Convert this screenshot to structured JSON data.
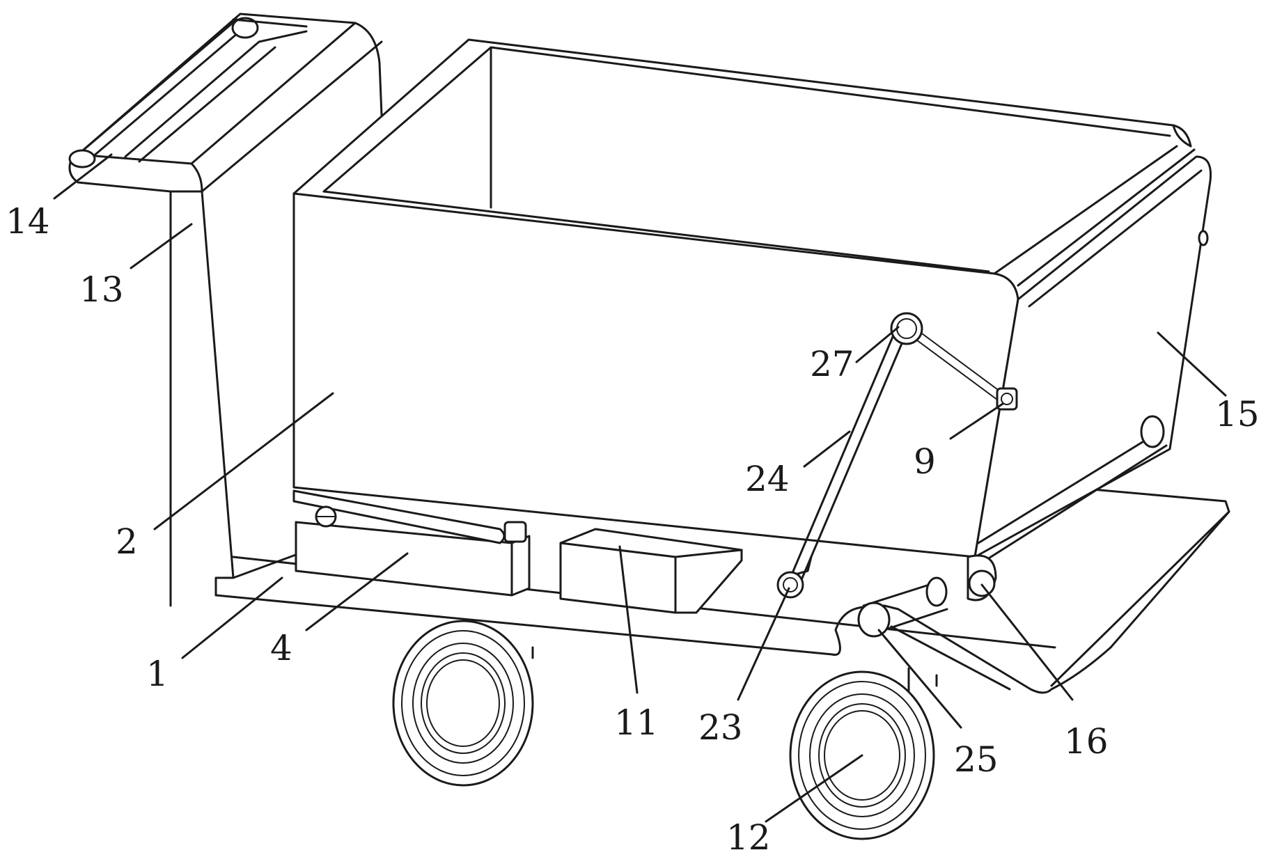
{
  "callouts": {
    "c1": "1",
    "c2": "2",
    "c4": "4",
    "c9": "9",
    "c11": "11",
    "c12": "12",
    "c13": "13",
    "c14": "14",
    "c15": "15",
    "c16": "16",
    "c23": "23",
    "c24": "24",
    "c25": "25",
    "c27": "27"
  }
}
